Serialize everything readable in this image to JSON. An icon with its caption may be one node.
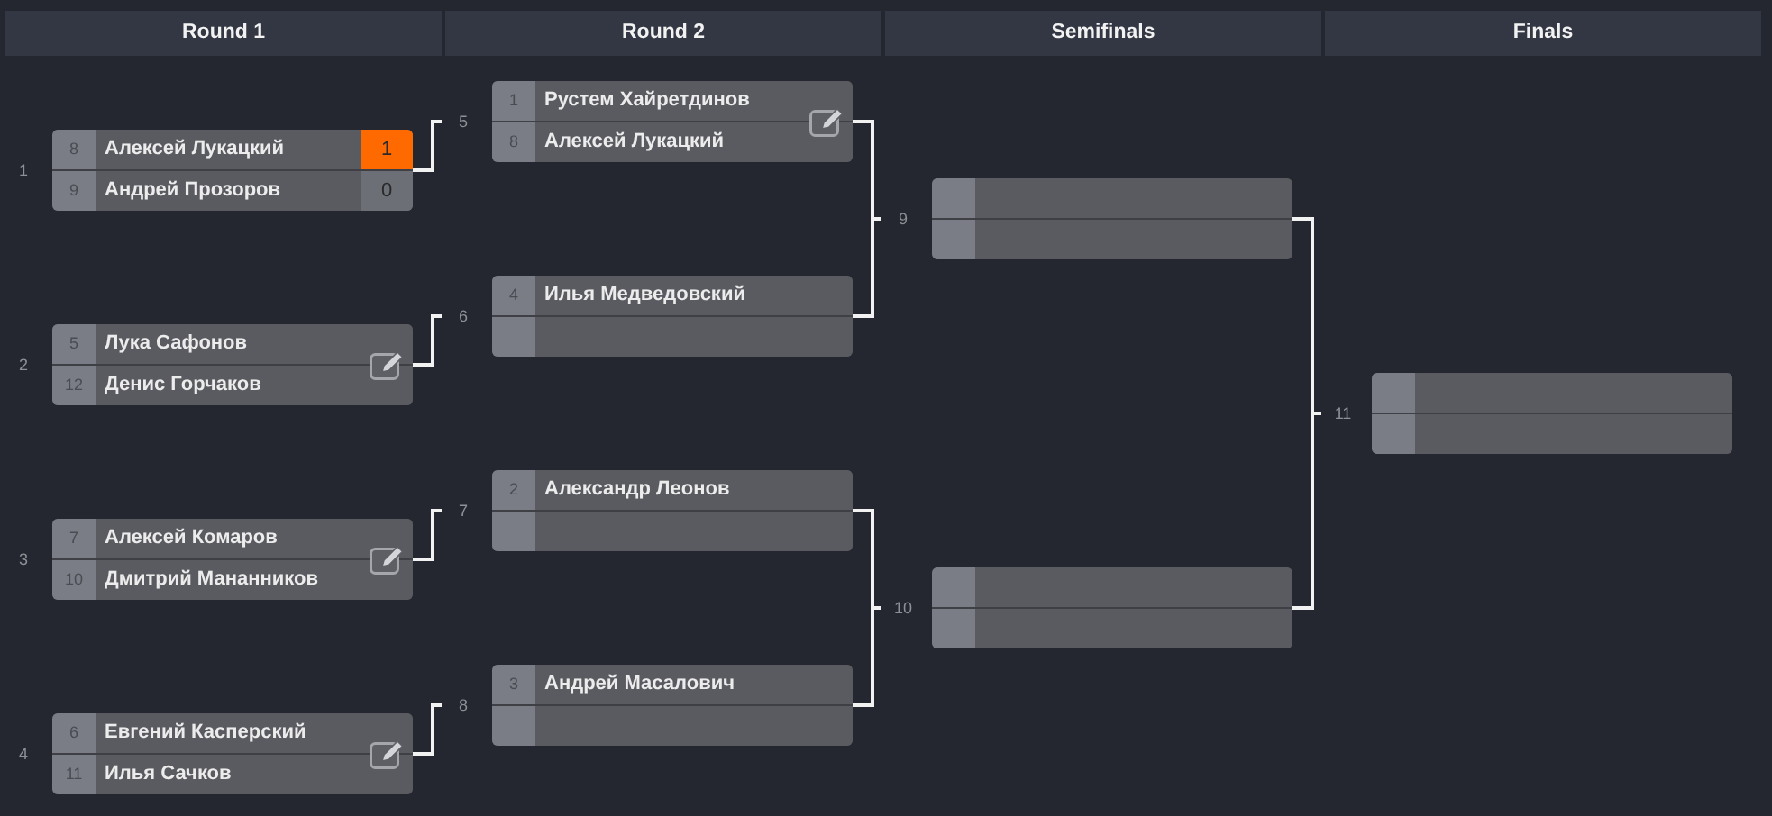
{
  "diagram": {
    "nodes": [
      {
        "text": [],
        "shape": "box",
        "beside": [
          "1"
        ]
      },
      {
        "text": [
          "8",
          "Алексей Лукацкий",
          "1"
        ],
        "in": 0
      },
      {
        "text": [
          "9",
          "Андрей Прозоров",
          "0"
        ],
        "in": 0
      },
      {
        "text": [],
        "shape": "box",
        "beside": [
          "2"
        ]
      },
      {
        "text": [
          "5",
          "Лука Сафонов"
        ],
        "in": 3
      },
      {
        "text": [
          "12",
          "Денис Горчаков"
        ],
        "in": 3
      },
      {
        "text": [],
        "shape": "box",
        "beside": [
          "3"
        ]
      },
      {
        "text": [
          "7",
          "Алексей Комаров"
        ],
        "in": 6
      },
      {
        "text": [
          "10",
          "Дмитрий Мананников"
        ],
        "in": 6
      },
      {
        "text": [],
        "shape": "box",
        "beside": [
          "4"
        ]
      },
      {
        "text": [
          "6",
          "Евгений Касперский"
        ],
        "in": 9
      },
      {
        "text": [
          "11",
          "Илья Сачков"
        ],
        "in": 9
      },
      {
        "text": [],
        "shape": "box",
        "beside": [
          "5"
        ]
      },
      {
        "text": [
          "1",
          "Рустем Хайретдинов"
        ],
        "in": 12
      },
      {
        "text": [
          "8",
          "Алексей Лукацкий"
        ],
        "in": 12
      },
      {
        "text": [],
        "shape": "box",
        "beside": [
          "6"
        ]
      },
      {
        "text": [
          "4",
          "Илья Медведовский"
        ],
        "in": 15
      },
      {
        "text": [],
        "shape": "bar",
        "in": 15
      },
      {
        "text": [],
        "shape": "box",
        "beside": [
          "7"
        ]
      },
      {
        "text": [
          "2",
          "Александр Леонов"
        ],
        "in": 18
      },
      {
        "text": [],
        "shape": "bar",
        "in": 18
      },
      {
        "text": [],
        "shape": "box",
        "beside": [
          "8"
        ]
      },
      {
        "text": [
          "3",
          "Андрей Масалович"
        ],
        "in": 21
      },
      {
        "text": [],
        "shape": "bar",
        "in": 21
      },
      {
        "text": [],
        "shape": "box",
        "beside": [
          "9"
        ]
      },
      {
        "text": [],
        "shape": "bar",
        "in": 24
      },
      {
        "text": [],
        "shape": "bar",
        "in": 24
      },
      {
        "text": [],
        "shape": "box",
        "beside": [
          "10"
        ]
      },
      {
        "text": [],
        "shape": "bar",
        "in": 27
      },
      {
        "text": [],
        "shape": "bar",
        "in": 27
      },
      {
        "text": [],
        "shape": "box",
        "beside": [
          "11"
        ]
      },
      {
        "text": [],
        "shape": "bar",
        "in": 30
      },
      {
        "text": [],
        "shape": "bar",
        "in": 30
      }
    ],
    "edges": [
      {
        "from": 0,
        "to": 12,
        "arrow": "none"
      },
      {
        "from": 3,
        "to": 15,
        "arrow": "none"
      },
      {
        "from": 6,
        "to": 18,
        "arrow": "none"
      },
      {
        "from": 9,
        "to": 21,
        "arrow": "none"
      },
      {
        "from": 12,
        "to": 24,
        "arrow": "none"
      },
      {
        "from": 15,
        "to": 24,
        "arrow": "none"
      },
      {
        "from": 18,
        "to": 27,
        "arrow": "none"
      },
      {
        "from": 21,
        "to": 27,
        "arrow": "none"
      },
      {
        "from": 24,
        "to": 30,
        "arrow": "none"
      },
      {
        "from": 27,
        "to": 30,
        "arrow": "none"
      }
    ],
    "labels": [
      "Round 1",
      "Round 2",
      "Semifinals",
      "Finals"
    ]
  }
}
